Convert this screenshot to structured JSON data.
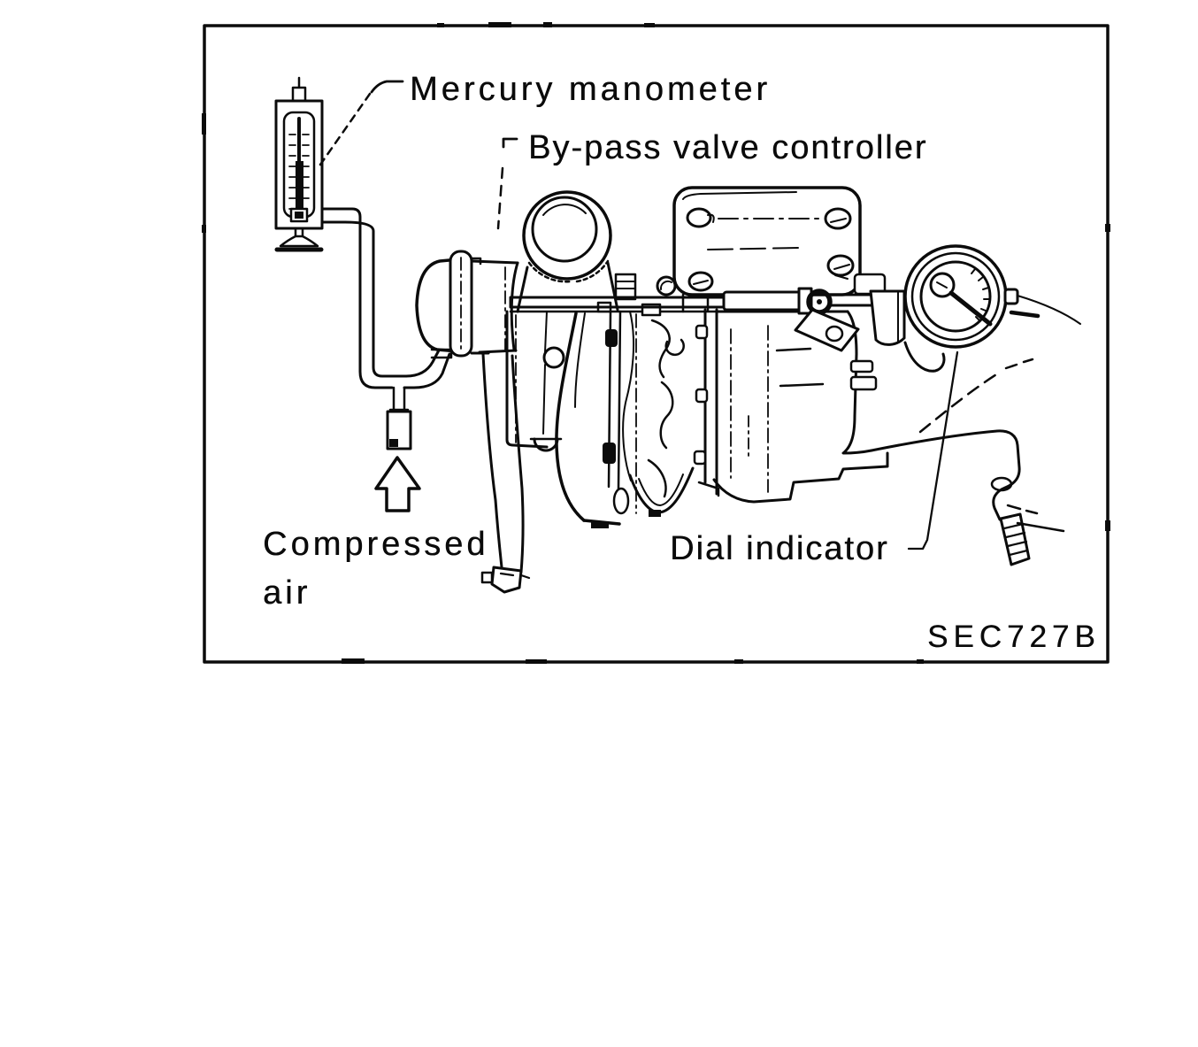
{
  "figure": {
    "type": "service-manual-line-drawing",
    "subject": "Turbocharger by-pass valve controller inspection setup",
    "labels": {
      "mercury_manometer": "Mercury manometer",
      "bypass_valve_controller": "By-pass valve controller",
      "compressed_air": "Compressed\nair",
      "dial_indicator": "Dial indicator",
      "section_code": "SEC727B"
    },
    "icons": {
      "compressed_air_arrow": "hollow-up-arrow"
    },
    "colors": {
      "ink": "#0b0b0b",
      "paper": "#ffffff"
    }
  }
}
